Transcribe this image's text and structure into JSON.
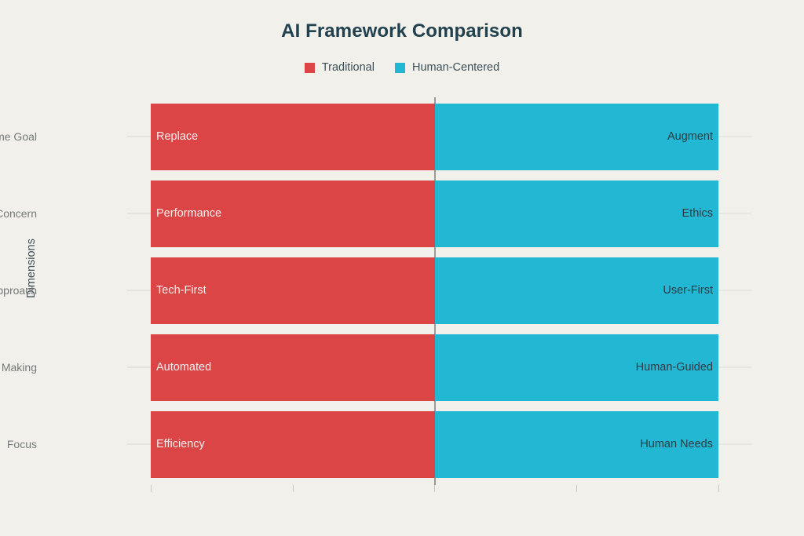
{
  "chart_data": {
    "type": "bar",
    "subtype": "diverging-horizontal-bar",
    "title": "AI Framework Comparison",
    "xlabel": "",
    "ylabel": "Dimensions",
    "grid": false,
    "legend_position": "top-center",
    "categories": [
      "Outcome Goal",
      "Primary Concern",
      "Design Approach",
      "Decision Making",
      "Focus"
    ],
    "series": [
      {
        "name": "Traditional",
        "color": "#db4545",
        "side": "left",
        "values": [
          -1,
          -1,
          -1,
          -1,
          -1
        ],
        "labels": [
          "Replace",
          "Performance",
          "Tech-First",
          "Automated",
          "Efficiency"
        ]
      },
      {
        "name": "Human-Centered",
        "color": "#22b8d3",
        "side": "right",
        "values": [
          1,
          1,
          1,
          1,
          1
        ],
        "labels": [
          "Augment",
          "Ethics",
          "User-First",
          "Human-Guided",
          "Human Needs"
        ]
      }
    ],
    "xlim": [
      -2,
      2
    ],
    "x_tick_count": 5,
    "x_tick_labels": [
      "",
      "",
      "",
      "",
      ""
    ]
  },
  "title": "AI Framework Comparison",
  "axes": {
    "y_title": "Dimensions",
    "y_ticks": [
      "Outcome Goal",
      "Primary Concern",
      "Design Approach",
      "Decision Making",
      "Focus"
    ]
  },
  "legend": {
    "items": [
      {
        "label": "Traditional",
        "color": "#db4545"
      },
      {
        "label": "Human-Centered",
        "color": "#22b8d3"
      }
    ]
  },
  "rows": [
    {
      "category": "Outcome Goal",
      "left_label": "Replace",
      "right_label": "Augment"
    },
    {
      "category": "Primary Concern",
      "left_label": "Performance",
      "right_label": "Ethics"
    },
    {
      "category": "Design Approach",
      "left_label": "Tech-First",
      "right_label": "User-First"
    },
    {
      "category": "Decision Making",
      "left_label": "Automated",
      "right_label": "Human-Guided"
    },
    {
      "category": "Focus",
      "left_label": "Efficiency",
      "right_label": "Human Needs"
    }
  ],
  "colors": {
    "background": "#f1f0ea",
    "traditional": "#db4545",
    "human_centered": "#22b8d3",
    "title_text": "#22414e",
    "axis_text": "#76797a",
    "zero_line": "#9a9a97"
  }
}
